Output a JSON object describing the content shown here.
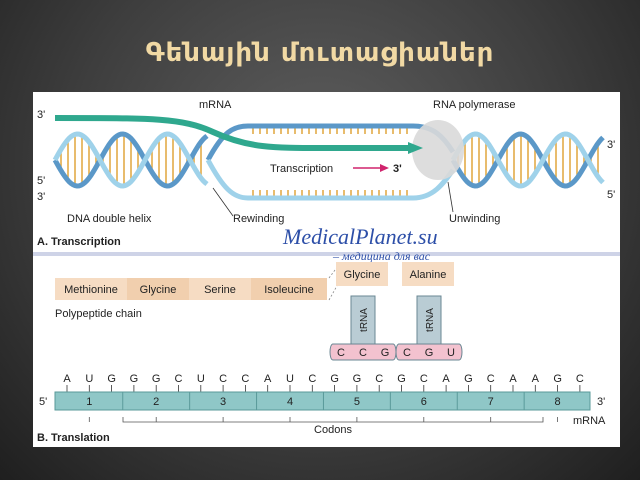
{
  "slide": {
    "title": "Գենային մուտացիաներ"
  },
  "transcription": {
    "mrna_label": "mRNA",
    "rna_polymerase_label": "RNA polymerase",
    "transcription_label": "Transcription",
    "transcription_end": "3'",
    "dna_double_helix_label": "DNA double helix",
    "rewinding_label": "Rewinding",
    "unwinding_label": "Unwinding",
    "end_labels": {
      "left_top": "3'",
      "left_mid": "5'",
      "left_bot": "3'",
      "right_top": "3'",
      "right_bot": "5'"
    },
    "section_label": "A. Transcription"
  },
  "watermark": {
    "site": "MedicalPlanet.su",
    "tagline": "– медицина для вас"
  },
  "translation": {
    "amino_acids": [
      "Methionine",
      "Glycine",
      "Serine",
      "Isoleucine"
    ],
    "polypeptide_label": "Polypeptide chain",
    "trnas": [
      {
        "amino_acid": "Glycine",
        "label": "tRNA",
        "anticodon": [
          "C",
          "C",
          "G"
        ]
      },
      {
        "amino_acid": "Alanine",
        "label": "tRNA",
        "anticodon": [
          "C",
          "G",
          "U"
        ]
      }
    ],
    "bases": [
      "A",
      "U",
      "G",
      "G",
      "G",
      "C",
      "U",
      "C",
      "C",
      "A",
      "U",
      "C",
      "G",
      "G",
      "C",
      "G",
      "C",
      "A",
      "G",
      "C",
      "A",
      "A",
      "G",
      "C"
    ],
    "codon_numbers": [
      "1",
      "2",
      "3",
      "4",
      "5",
      "6",
      "7",
      "8"
    ],
    "strand_5": "5'",
    "strand_3": "3'",
    "codons_label": "Codons",
    "mrna_label": "mRNA",
    "section_label": "B. Translation"
  }
}
